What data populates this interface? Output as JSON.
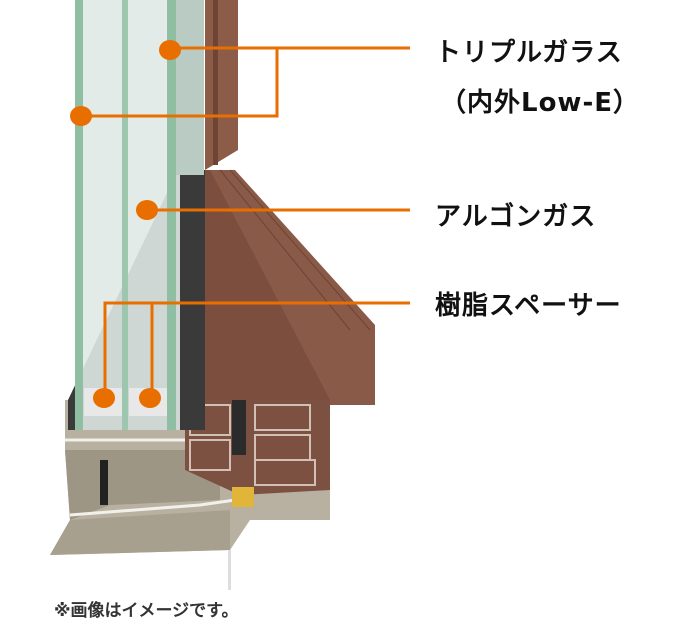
{
  "callouts": {
    "triple_glass": "トリプルガラス",
    "triple_glass_sub": "（内外Low-E）",
    "argon_gas": "アルゴンガス",
    "resin_spacer": "樹脂スペーサー"
  },
  "footnote": "※画像はイメージです。",
  "colors": {
    "accent": "#e86e00",
    "frame_wood": "#8a5a48",
    "glass": "#a9cdb6",
    "aluminum": "#b5ad9c"
  }
}
